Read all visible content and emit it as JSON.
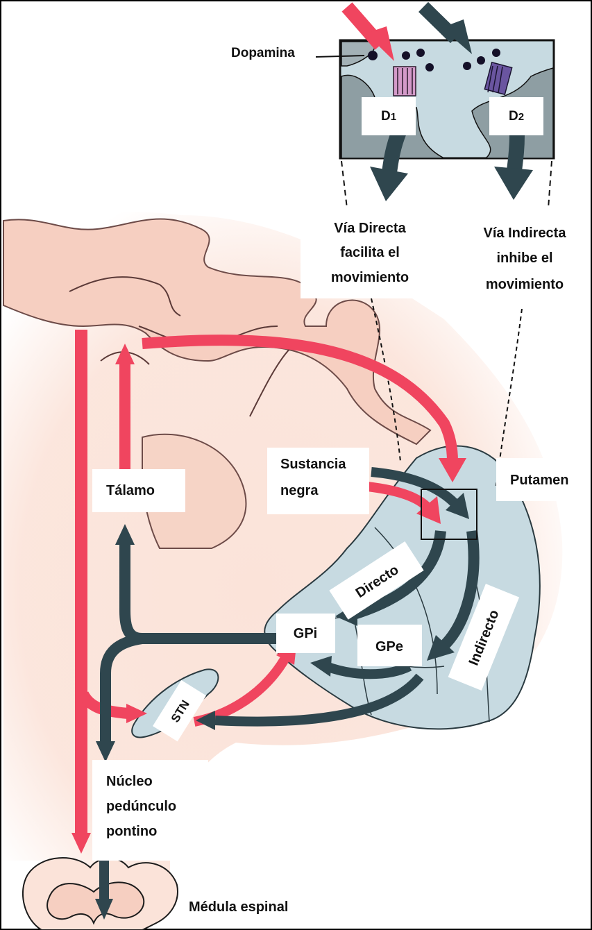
{
  "labels": {
    "dopamina": "Dopamina",
    "d1": "D",
    "d1_sub": "1",
    "d2": "D",
    "d2_sub": "2",
    "via_directa": [
      "Vía Directa",
      "facilita el",
      "movimiento"
    ],
    "via_indirecta": [
      "Vía Indirecta",
      "inhibe el",
      "movimiento"
    ],
    "sustancia_negra": [
      "Sustancia",
      "negra"
    ],
    "putamen": "Putamen",
    "talamo": "Tálamo",
    "directo": "Directo",
    "indirecto": "Indirecto",
    "gpi": "GPi",
    "gpe": "GPe",
    "stn": "STN",
    "nucleo_pedunculo_pontino": [
      "Núcleo",
      "pedúnculo",
      "pontino"
    ],
    "medula_espinal": "Médula espinal"
  },
  "colors": {
    "excitatory": "#f0455f",
    "inhibitory": "#2f464e",
    "brain_tissue": "#fbe3d9",
    "cortex_fold": "#f6cfc1",
    "basal_ganglia": "#c7dae1",
    "synapse_bg": "#c7dae1",
    "neuron_gray": "#8e9ea3",
    "receptor_d1": "#d39ac9",
    "receptor_d2": "#6a55a0"
  }
}
